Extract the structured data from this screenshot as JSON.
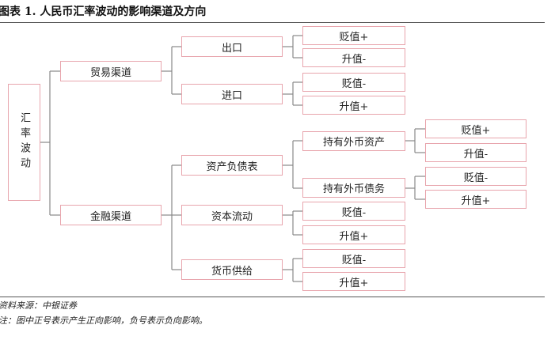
{
  "title": "图表 1. 人民币汇率波动的影响渠道及方向",
  "root": "汇率波动",
  "trade": {
    "label": "贸易渠道",
    "export": {
      "label": "出口",
      "depreciation": "贬值+",
      "appreciation": "升值-"
    },
    "import": {
      "label": "进口",
      "depreciation": "贬值-",
      "appreciation": "升值+"
    }
  },
  "finance": {
    "label": "金融渠道",
    "balance_sheet": {
      "label": "资产负债表",
      "foreign_assets": {
        "label": "持有外币资产",
        "depreciation": "贬值+",
        "appreciation": "升值-"
      },
      "foreign_debts": {
        "label": "持有外币债务",
        "depreciation": "贬值-",
        "appreciation": "升值+"
      }
    },
    "capital_flow": {
      "label": "资本流动",
      "depreciation": "贬值-",
      "appreciation": "升值+"
    },
    "money_supply": {
      "label": "货币供给",
      "depreciation": "贬值-",
      "appreciation": "升值+"
    }
  },
  "source": "资料来源：中银证券",
  "footnote": "注：图中正号表示产生正向影响，负号表示负向影响。",
  "colors": {
    "box_border": "#e8a5ad",
    "line": "#888888",
    "rule": "#555555"
  }
}
